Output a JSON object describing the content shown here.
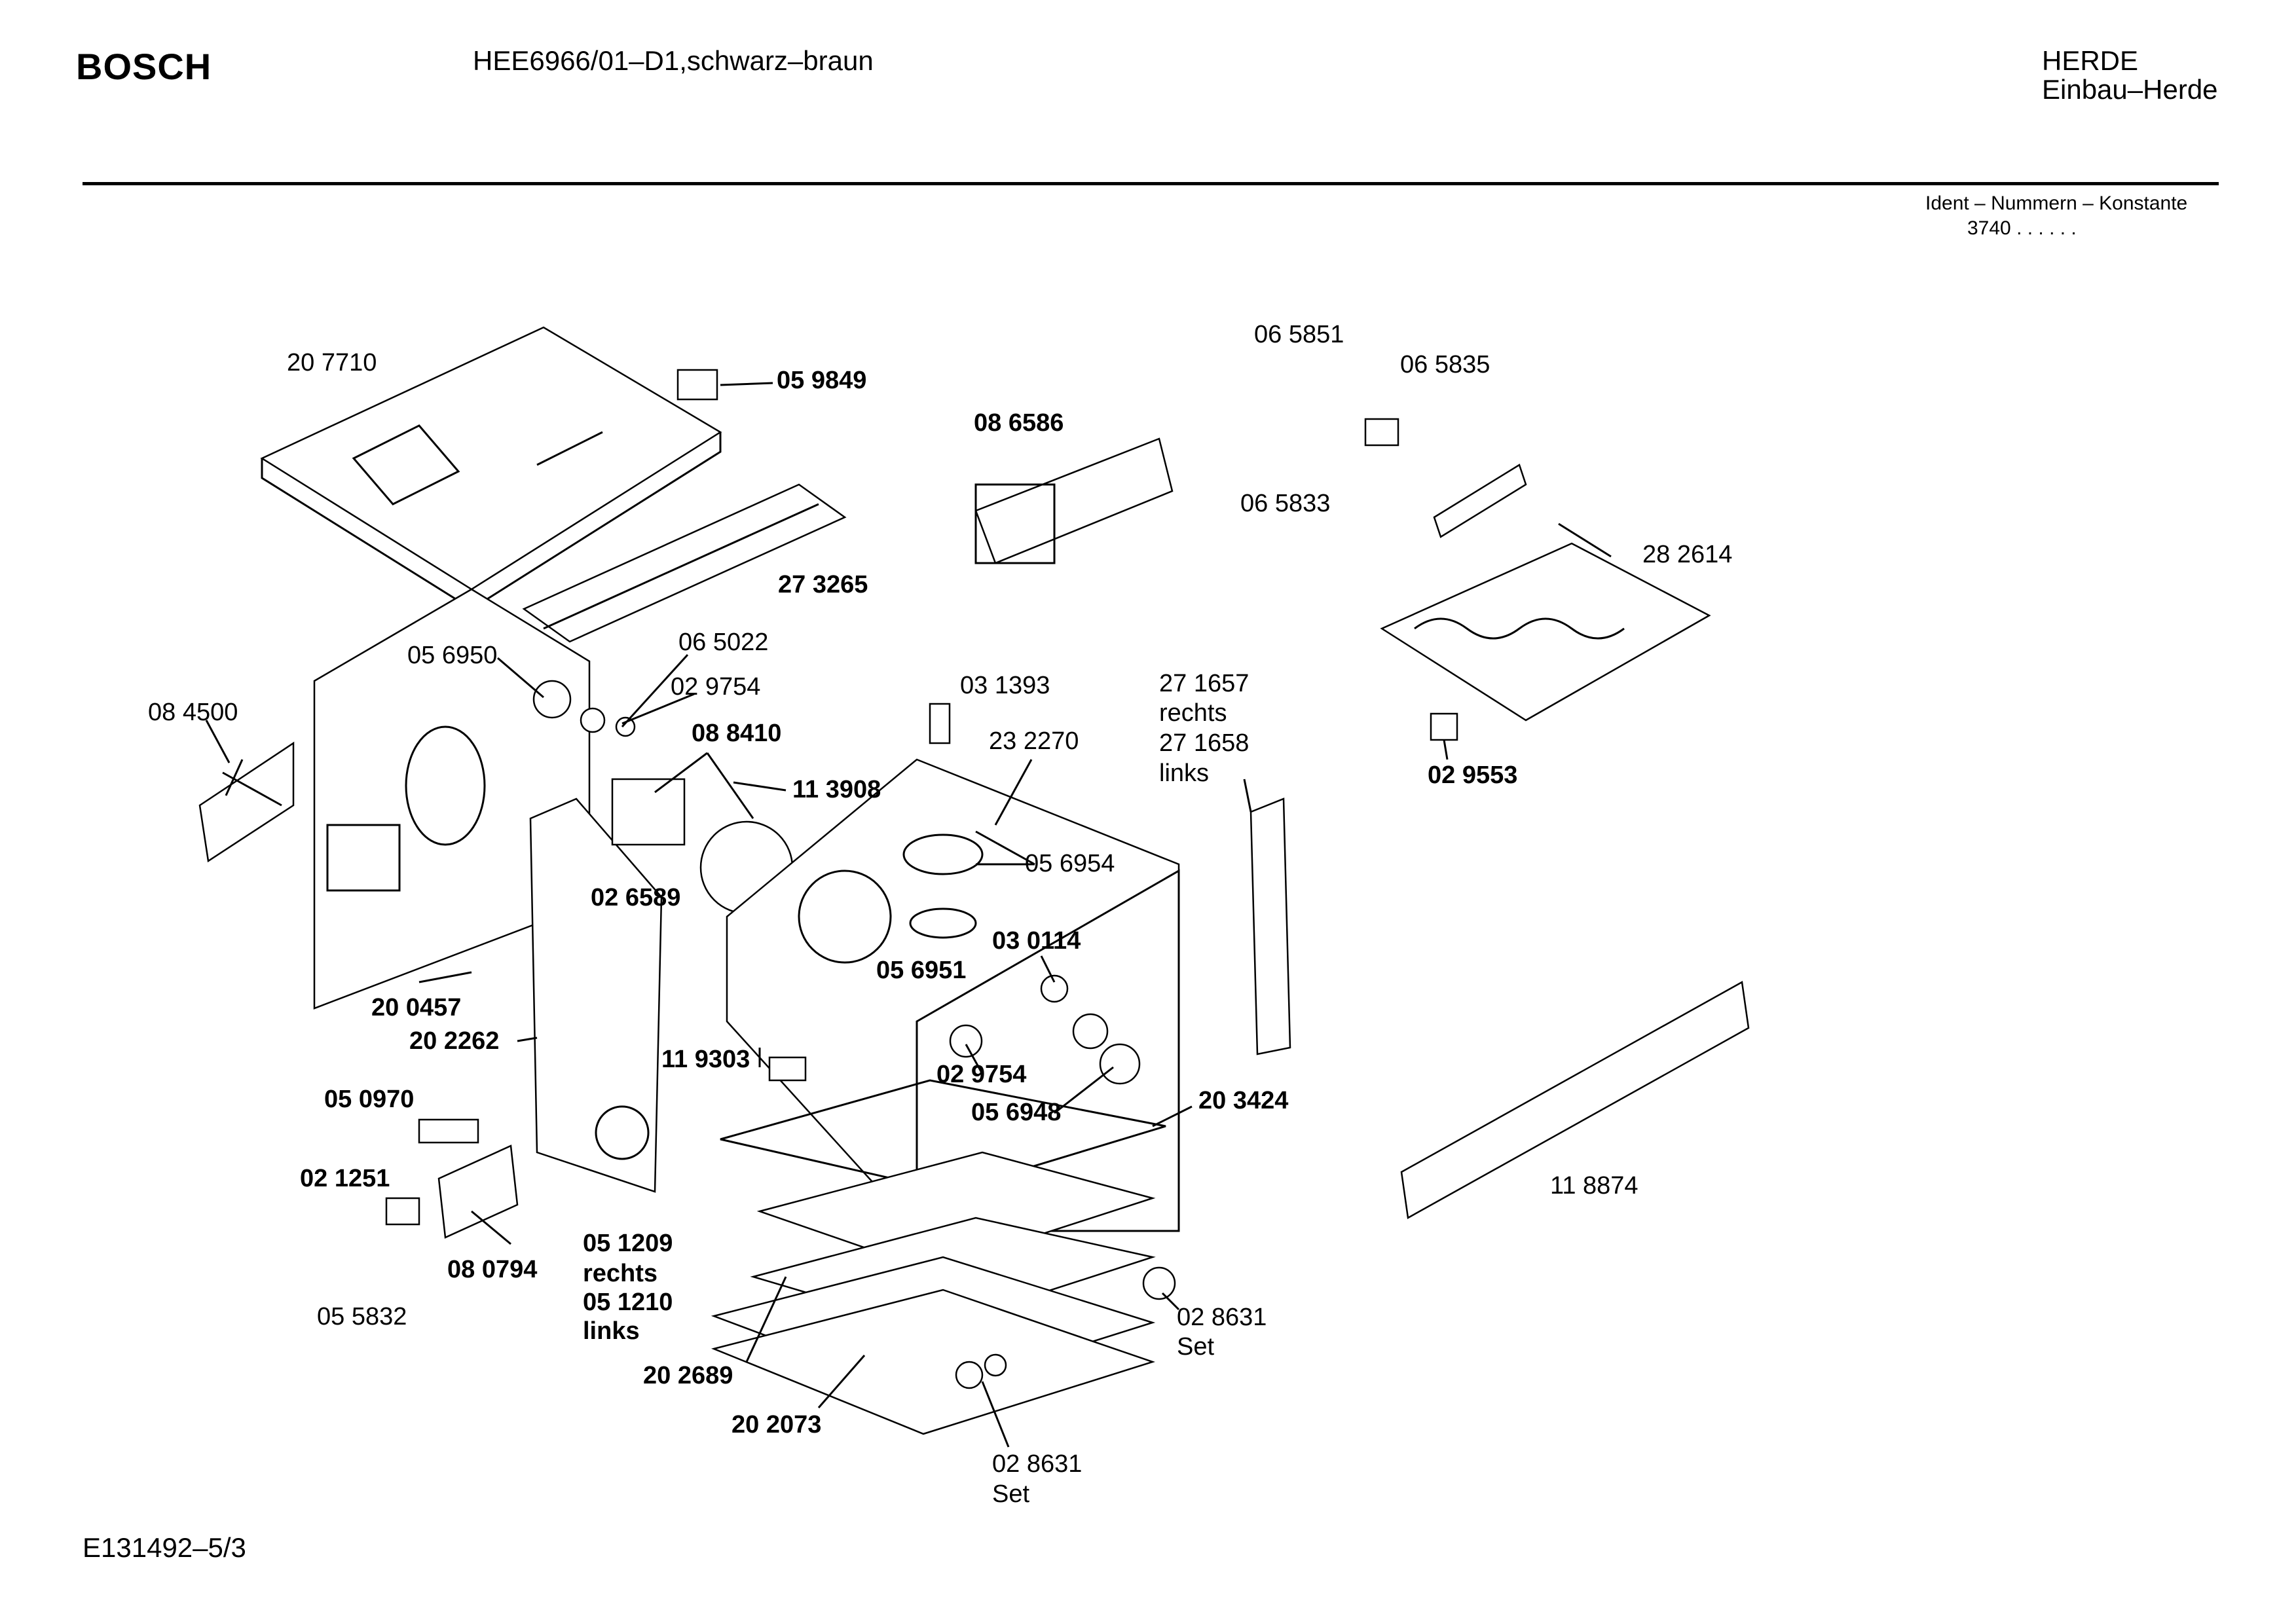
{
  "header": {
    "brand": "BOSCH",
    "model": "HEE6966/01–D1,schwarz–braun",
    "category": "HERDE",
    "subcategory": "Einbau–Herde",
    "ident_label": "Ident – Nummern – Konstante",
    "ident_value": "3740  .  .    .  .  .  ."
  },
  "footer": {
    "doc_number": "E131492–5/3"
  },
  "parts": [
    {
      "id": "207710",
      "text": "20 7710",
      "bold": false
    },
    {
      "id": "059849",
      "text": "05 9849",
      "bold": true
    },
    {
      "id": "086586",
      "text": "08 6586",
      "bold": true
    },
    {
      "id": "065851",
      "text": "06 5851",
      "bold": false
    },
    {
      "id": "065835",
      "text": "06 5835",
      "bold": false
    },
    {
      "id": "065833",
      "text": "06 5833",
      "bold": false
    },
    {
      "id": "282614",
      "text": "28 2614",
      "bold": false
    },
    {
      "id": "273265",
      "text": "27 3265",
      "bold": true
    },
    {
      "id": "056950",
      "text": "05 6950",
      "bold": false
    },
    {
      "id": "065022",
      "text": "06 5022",
      "bold": false
    },
    {
      "id": "029754a",
      "text": "02 9754",
      "bold": false
    },
    {
      "id": "084500",
      "text": "08 4500",
      "bold": false
    },
    {
      "id": "088410",
      "text": "08 8410",
      "bold": true
    },
    {
      "id": "031393",
      "text": "03 1393",
      "bold": false
    },
    {
      "id": "232270",
      "text": "23 2270",
      "bold": false
    },
    {
      "id": "271657",
      "text": "27 1657",
      "bold": false
    },
    {
      "id": "rechts1",
      "text": "rechts",
      "bold": false
    },
    {
      "id": "271658",
      "text": "27 1658",
      "bold": false
    },
    {
      "id": "links1",
      "text": "links",
      "bold": false
    },
    {
      "id": "029553",
      "text": "02 9553",
      "bold": true
    },
    {
      "id": "113908",
      "text": "11 3908",
      "bold": true
    },
    {
      "id": "056954",
      "text": "05 6954",
      "bold": false
    },
    {
      "id": "026589",
      "text": "02 6589",
      "bold": true
    },
    {
      "id": "030114",
      "text": "03 0114",
      "bold": true
    },
    {
      "id": "056951",
      "text": "05 6951",
      "bold": true
    },
    {
      "id": "200457",
      "text": "20 0457",
      "bold": true
    },
    {
      "id": "202262",
      "text": "20 2262",
      "bold": true
    },
    {
      "id": "119303",
      "text": "11 9303",
      "bold": true
    },
    {
      "id": "029754b",
      "text": "02 9754",
      "bold": true
    },
    {
      "id": "056948",
      "text": "05 6948",
      "bold": true
    },
    {
      "id": "203424",
      "text": "20 3424",
      "bold": true
    },
    {
      "id": "050970",
      "text": "05 0970",
      "bold": true
    },
    {
      "id": "021251",
      "text": "02 1251",
      "bold": true
    },
    {
      "id": "118874",
      "text": "11 8874",
      "bold": false
    },
    {
      "id": "080794",
      "text": "08 0794",
      "bold": true
    },
    {
      "id": "051209",
      "text": "05 1209",
      "bold": true
    },
    {
      "id": "rechts2",
      "text": "rechts",
      "bold": true
    },
    {
      "id": "051210",
      "text": "05 1210",
      "bold": true
    },
    {
      "id": "links2",
      "text": "links",
      "bold": true
    },
    {
      "id": "055832",
      "text": "05 5832",
      "bold": false
    },
    {
      "id": "028631a",
      "text": "02 8631",
      "bold": false
    },
    {
      "id": "set1",
      "text": "Set",
      "bold": false
    },
    {
      "id": "202689",
      "text": "20 2689",
      "bold": true
    },
    {
      "id": "202073",
      "text": "20 2073",
      "bold": true
    },
    {
      "id": "028631b",
      "text": "02 8631",
      "bold": false
    },
    {
      "id": "set2",
      "text": "Set",
      "bold": false
    }
  ]
}
